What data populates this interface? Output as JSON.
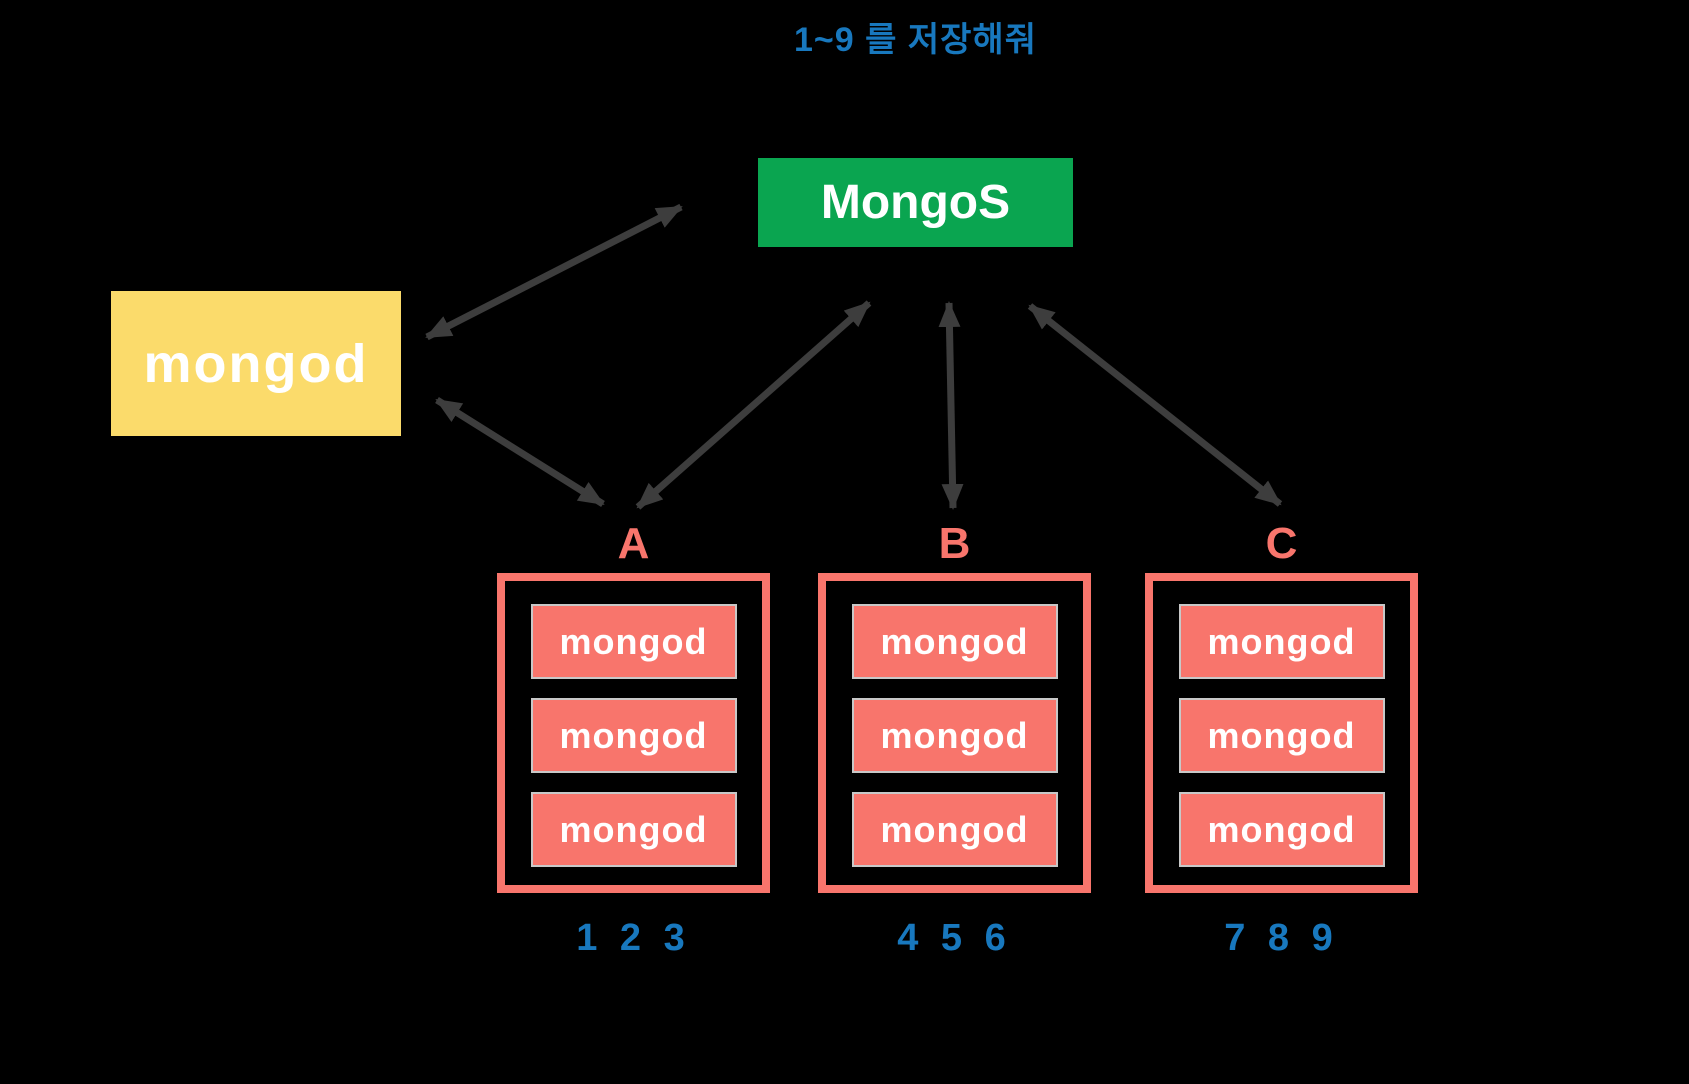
{
  "title": "1~9 를 저장해줘",
  "mongos": {
    "label": "MongoS"
  },
  "config_server": {
    "label": "mongod"
  },
  "shards": [
    {
      "name": "A",
      "nodes": [
        "mongod",
        "mongod",
        "mongod"
      ],
      "stored_values": "1 2 3"
    },
    {
      "name": "B",
      "nodes": [
        "mongod",
        "mongod",
        "mongod"
      ],
      "stored_values": "4 5 6"
    },
    {
      "name": "C",
      "nodes": [
        "mongod",
        "mongod",
        "mongod"
      ],
      "stored_values": "7 8 9"
    }
  ],
  "colors": {
    "background": "#000000",
    "mongos_green": "#0aa550",
    "config_yellow": "#fbdb6b",
    "shard_salmon": "#f8756c",
    "text_blue": "#1878be",
    "arrow_gray": "#3d3d3d",
    "node_border": "#c8c8c8",
    "text_white": "#ffffff"
  }
}
